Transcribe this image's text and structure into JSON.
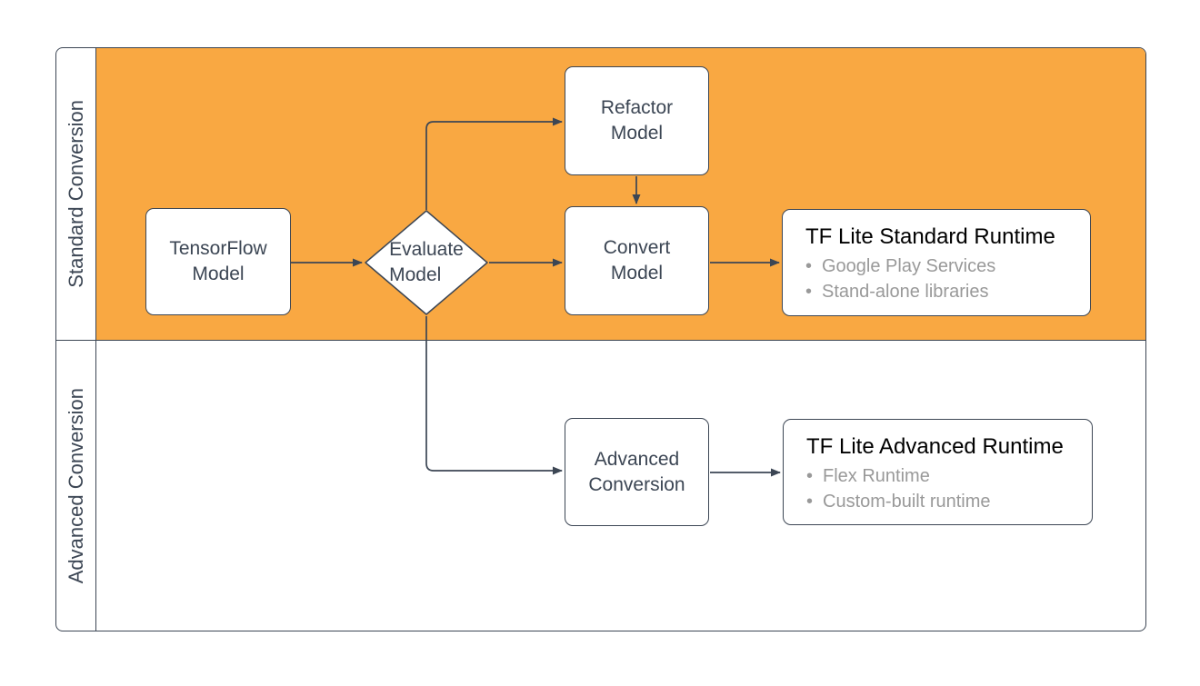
{
  "colors": {
    "lane_fill": "#F9A842",
    "stroke": "#3C4654",
    "node_fill": "#FFFFFF",
    "title_text": "#000000",
    "bullet_text": "#999999"
  },
  "icons": {
    "bullet": "•"
  },
  "lanes": [
    {
      "label": "Standard Conversion"
    },
    {
      "label": "Advanced Conversion"
    }
  ],
  "nodes": {
    "tensorflow_model": {
      "label": "TensorFlow\nModel"
    },
    "evaluate_model": {
      "label": "Evaluate\nModel"
    },
    "refactor_model": {
      "label": "Refactor\nModel"
    },
    "convert_model": {
      "label": "Convert\nModel"
    },
    "advanced_conversion": {
      "label": "Advanced\nConversion"
    },
    "tflite_standard_runtime": {
      "title": "TF Lite Standard Runtime",
      "bullets": [
        "Google Play Services",
        "Stand-alone libraries"
      ]
    },
    "tflite_advanced_runtime": {
      "title": "TF Lite Advanced Runtime",
      "bullets": [
        "Flex Runtime",
        "Custom-built runtime"
      ]
    }
  }
}
